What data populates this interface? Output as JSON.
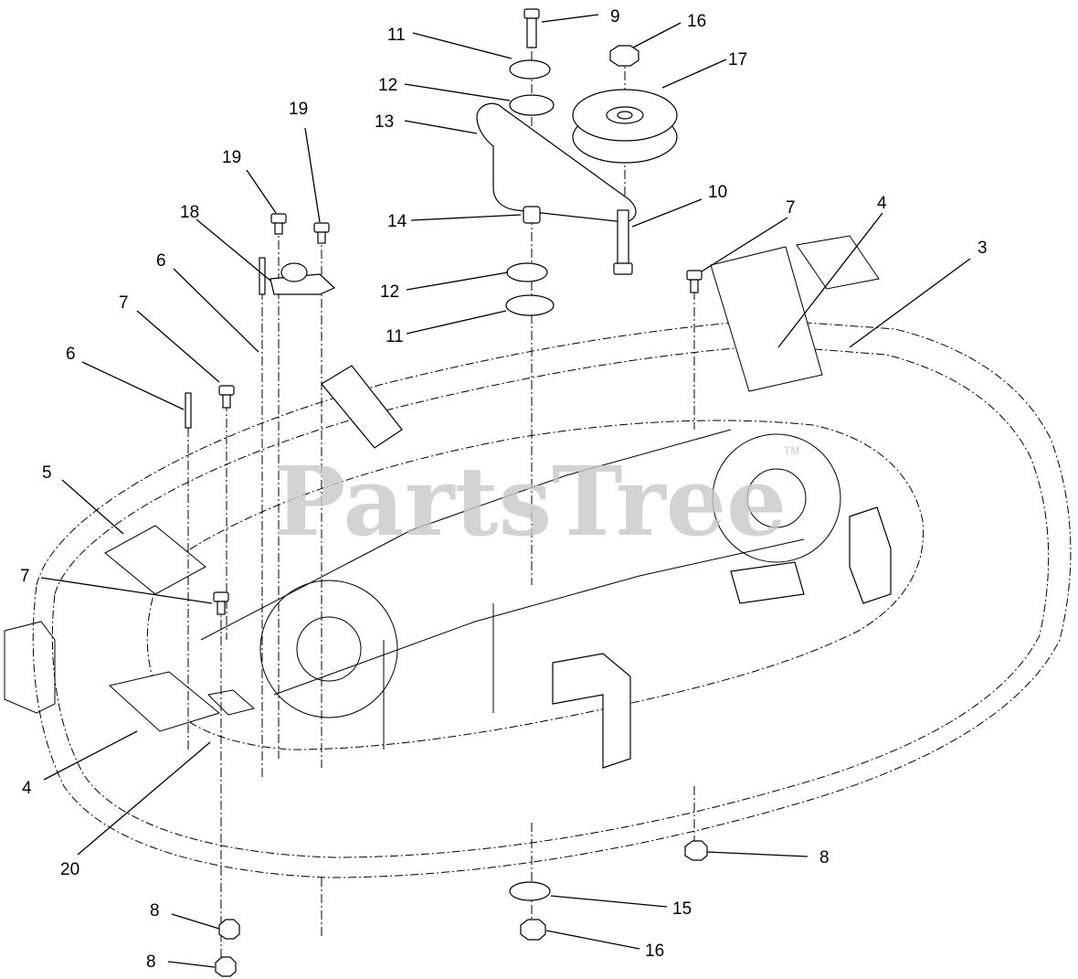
{
  "watermark": {
    "text": "PartsTree",
    "trademark": "TM"
  },
  "callouts": [
    {
      "label": "9"
    },
    {
      "label": "11"
    },
    {
      "label": "16"
    },
    {
      "label": "17"
    },
    {
      "label": "12"
    },
    {
      "label": "13"
    },
    {
      "label": "19"
    },
    {
      "label": "19"
    },
    {
      "label": "10"
    },
    {
      "label": "7"
    },
    {
      "label": "4"
    },
    {
      "label": "18"
    },
    {
      "label": "3"
    },
    {
      "label": "6"
    },
    {
      "label": "14"
    },
    {
      "label": "7"
    },
    {
      "label": "12"
    },
    {
      "label": "11"
    },
    {
      "label": "6"
    },
    {
      "label": "5"
    },
    {
      "label": "7"
    },
    {
      "label": "4"
    },
    {
      "label": "20"
    },
    {
      "label": "8"
    },
    {
      "label": "15"
    },
    {
      "label": "8"
    },
    {
      "label": "16"
    },
    {
      "label": "8"
    }
  ]
}
